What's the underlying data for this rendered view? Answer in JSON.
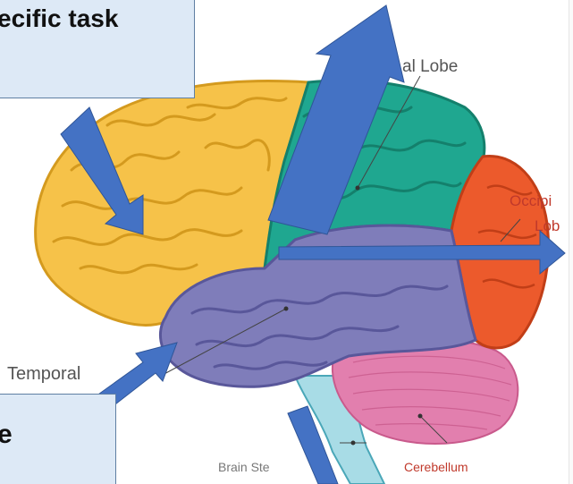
{
  "boxes": {
    "top_text": "ecific task",
    "bottom_text": "e"
  },
  "labels": {
    "parietal": "al Lobe",
    "occipital_1": "Occipi",
    "occipital_2": "Lob",
    "temporal": "Temporal",
    "brain_stem": "Brain Ste",
    "cerebellum": "Cerebellum"
  },
  "colors": {
    "frontal": "#f6c249",
    "parietal": "#1fa790",
    "occipital": "#ec5a2c",
    "temporal": "#7f7dba",
    "cerebellum": "#e27fae",
    "brain_stem": "#a8dce6",
    "arrow": "#4472c4",
    "box_fill": "#dde9f6"
  }
}
